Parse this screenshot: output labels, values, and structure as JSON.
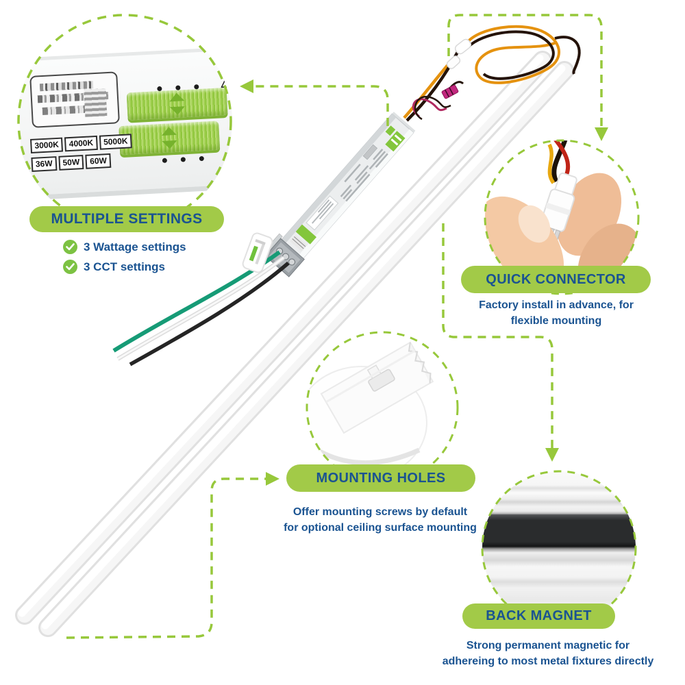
{
  "colors": {
    "accent_green": "#a2ca48",
    "dash_green": "#97c83b",
    "navy_text": "#1a5391",
    "switch_green": "#9ccb44",
    "magnet_black": "#2a2c2d"
  },
  "callouts": {
    "multiple_settings": {
      "title": "MULTIPLE SETTINGS",
      "features": [
        {
          "label": "3 Wattage settings"
        },
        {
          "label": "3 CCT settings"
        }
      ],
      "panel": {
        "cct_options": [
          "3000K",
          "4000K",
          "5000K"
        ],
        "wattage_options": [
          "36W",
          "50W",
          "60W"
        ]
      }
    },
    "quick_connector": {
      "title": "QUICK CONNECTOR",
      "description_line1": "Factory install in advance, for",
      "description_line2": "flexible mounting"
    },
    "mounting_holes": {
      "title": "MOUNTING HOLES",
      "description_line1": "Offer mounting screws by default",
      "description_line2": "for optional ceiling surface mounting"
    },
    "back_magnet": {
      "title": "BACK MAGNET",
      "description_line1": "Strong permanent magnetic for",
      "description_line2": "adhereing to most metal fixtures directly"
    }
  }
}
